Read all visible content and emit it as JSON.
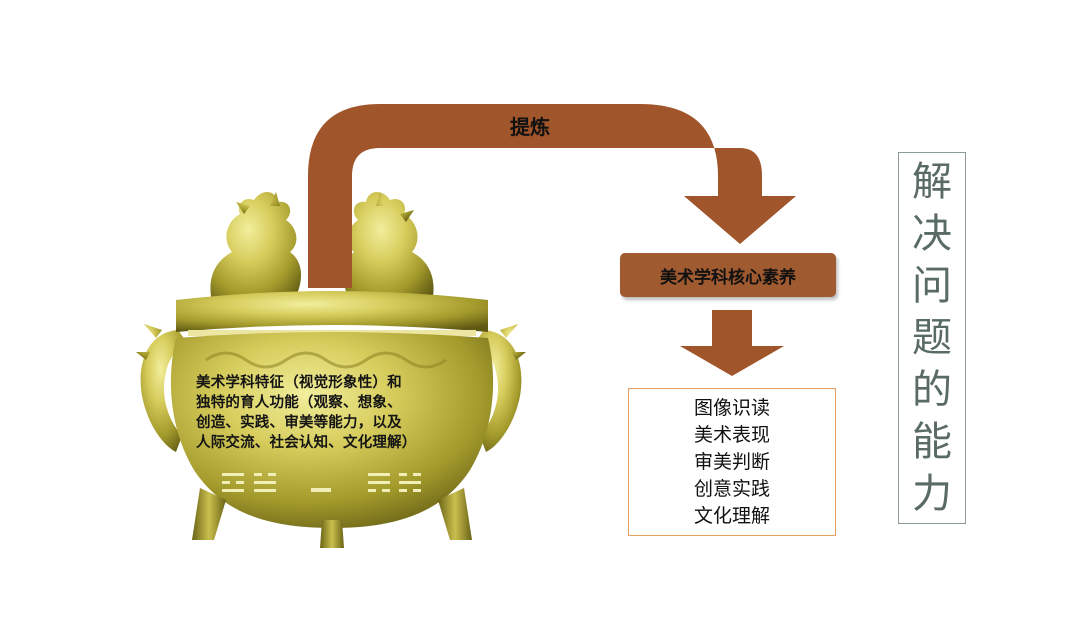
{
  "cauldron": {
    "lines": [
      "美术学科特征（视觉形象性）和",
      "独特的育人功能（观察、想象、",
      "创造、实践、审美等能力，以及",
      "人际交流、社会认知、文化理解）"
    ]
  },
  "arrow_label": "提炼",
  "core_literacy": "美术学科核心素养",
  "literacies": [
    "图像识读",
    "美术表现",
    "审美判断",
    "创意实践",
    "文化理解"
  ],
  "ability": [
    "解",
    "决",
    "问",
    "题",
    "的",
    "能",
    "力"
  ],
  "colors": {
    "arrow": "#A0552A",
    "core_box": "#A05A30",
    "list_border": "#E2A060",
    "cauldron_light": "#E6E08A",
    "cauldron_dark": "#6B6416",
    "ability_text": "#5a6a66"
  }
}
